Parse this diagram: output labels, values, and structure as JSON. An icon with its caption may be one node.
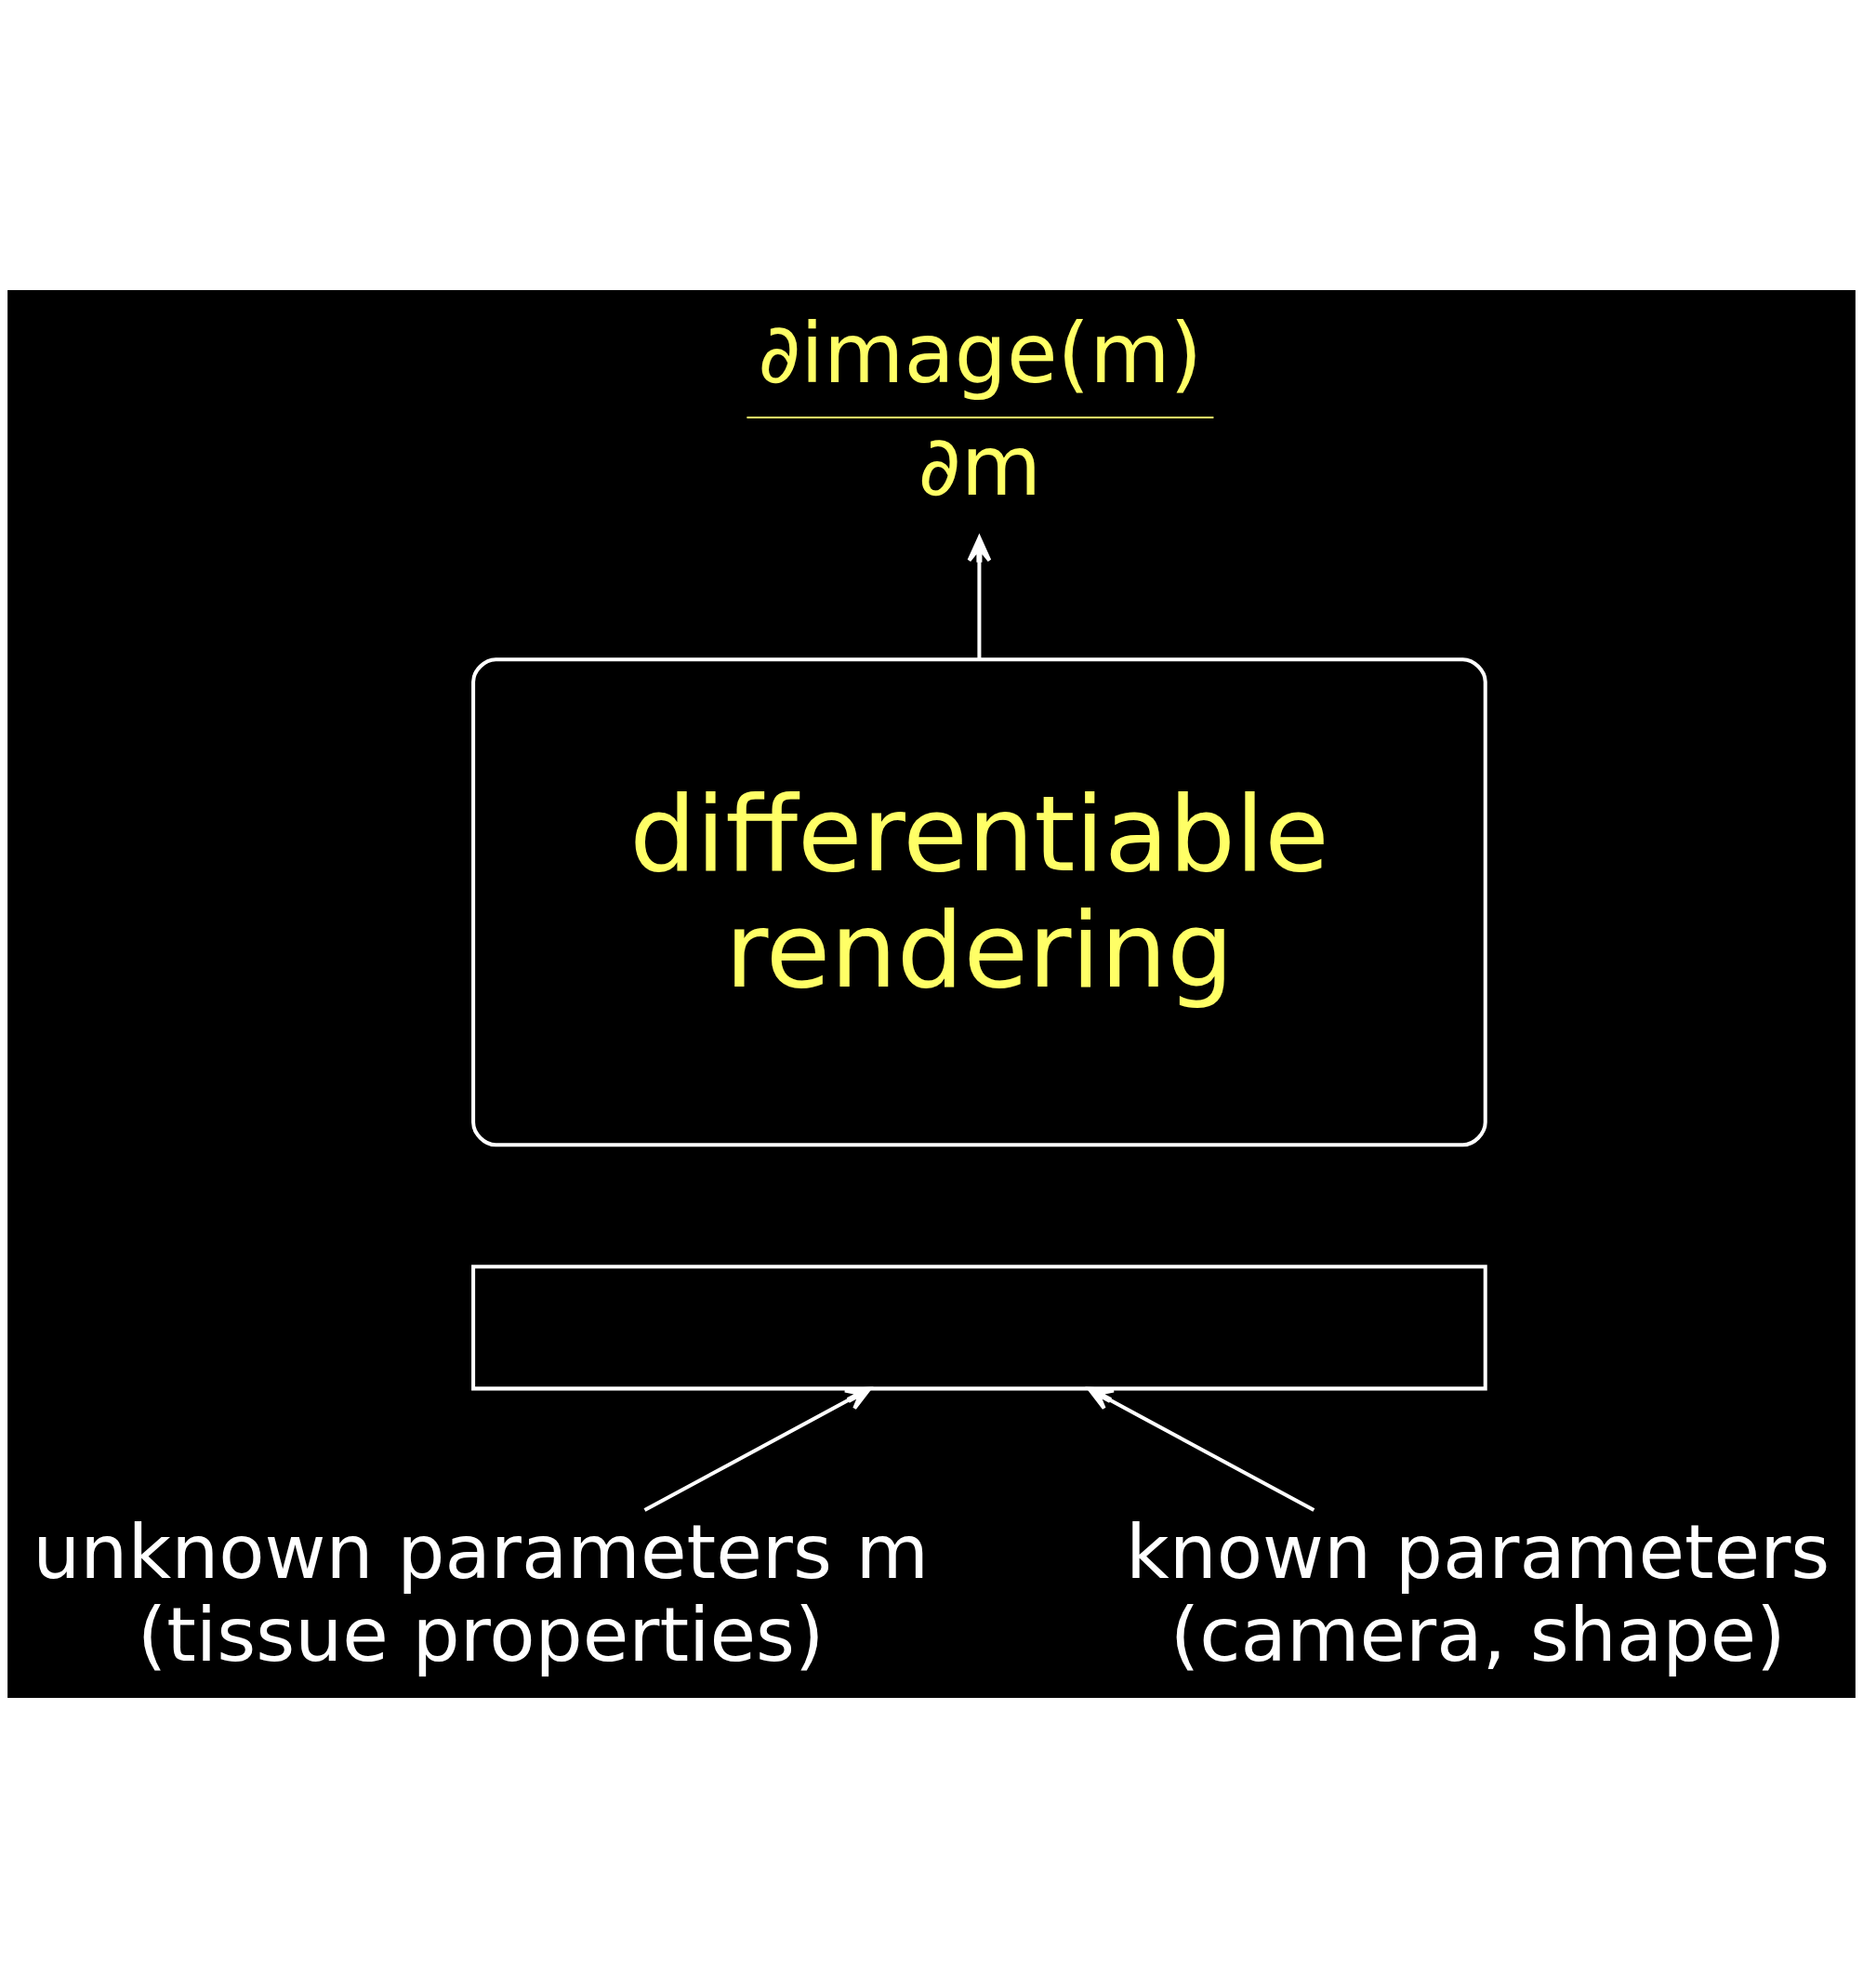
{
  "diagram": {
    "nodes": [
      {
        "text": [
          "∂image(m)",
          "∂m"
        ]
      },
      {
        "text": [
          "differentiable rendering"
        ]
      },
      {
        "text": [],
        "shape": "box"
      },
      {
        "text": [
          "unknown parameters m (tissue properties)"
        ]
      },
      {
        "text": [
          "known parameters (camera, shape)"
        ]
      }
    ],
    "edges": [
      {
        "from": 1,
        "to": 0,
        "arrow": "to"
      },
      {
        "from": 3,
        "to": 2,
        "arrow": "to"
      },
      {
        "from": 4,
        "to": 2,
        "arrow": "to"
      }
    ]
  }
}
